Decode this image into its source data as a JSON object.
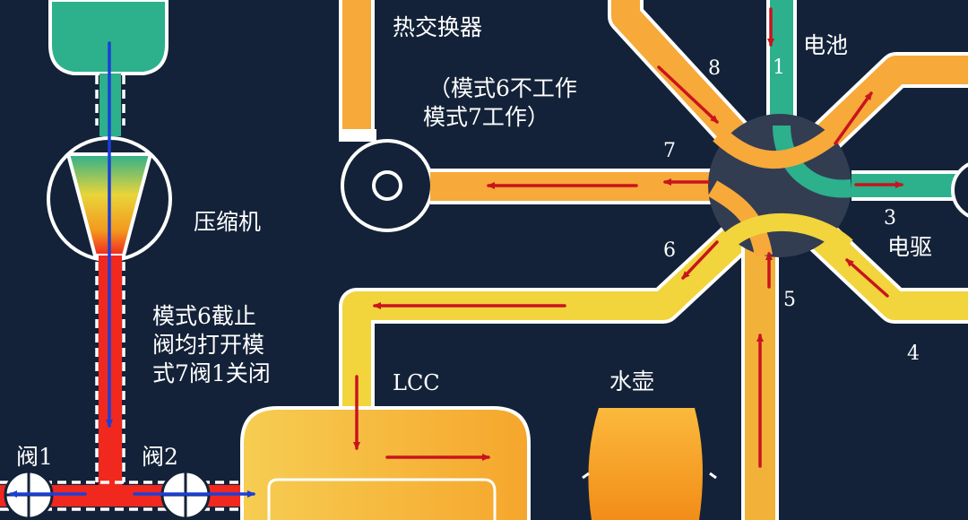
{
  "labels": {
    "heat_exchanger": "热交换器",
    "heat_exchanger_note_line1": "（模式6不工作",
    "heat_exchanger_note_line2": "模式7工作）",
    "battery": "电池",
    "compressor": "压缩机",
    "mode_note_line1": "模式6截止",
    "mode_note_line2": "阀均打开模",
    "mode_note_line3": "式7阀1关闭",
    "motor_drive": "电驱",
    "lcc": "LCC",
    "kettle": "水壶",
    "valve1": "阀1",
    "valve2": "阀2"
  },
  "port_numbers": {
    "p1": "1",
    "p3": "3",
    "p4": "4",
    "p5": "5",
    "p6": "6",
    "p7": "7",
    "p8": "8"
  },
  "colors": {
    "background": "#132238",
    "coolant_yellow": "#f2d43c",
    "coolant_orange": "#f7a93a",
    "battery_loop_teal": "#2db08c",
    "refrigerant_red": "#f0281e",
    "flow_arrow_red": "#c8141e",
    "flow_arrow_blue": "#1a3fd8",
    "valve_hub": "#323d52"
  }
}
